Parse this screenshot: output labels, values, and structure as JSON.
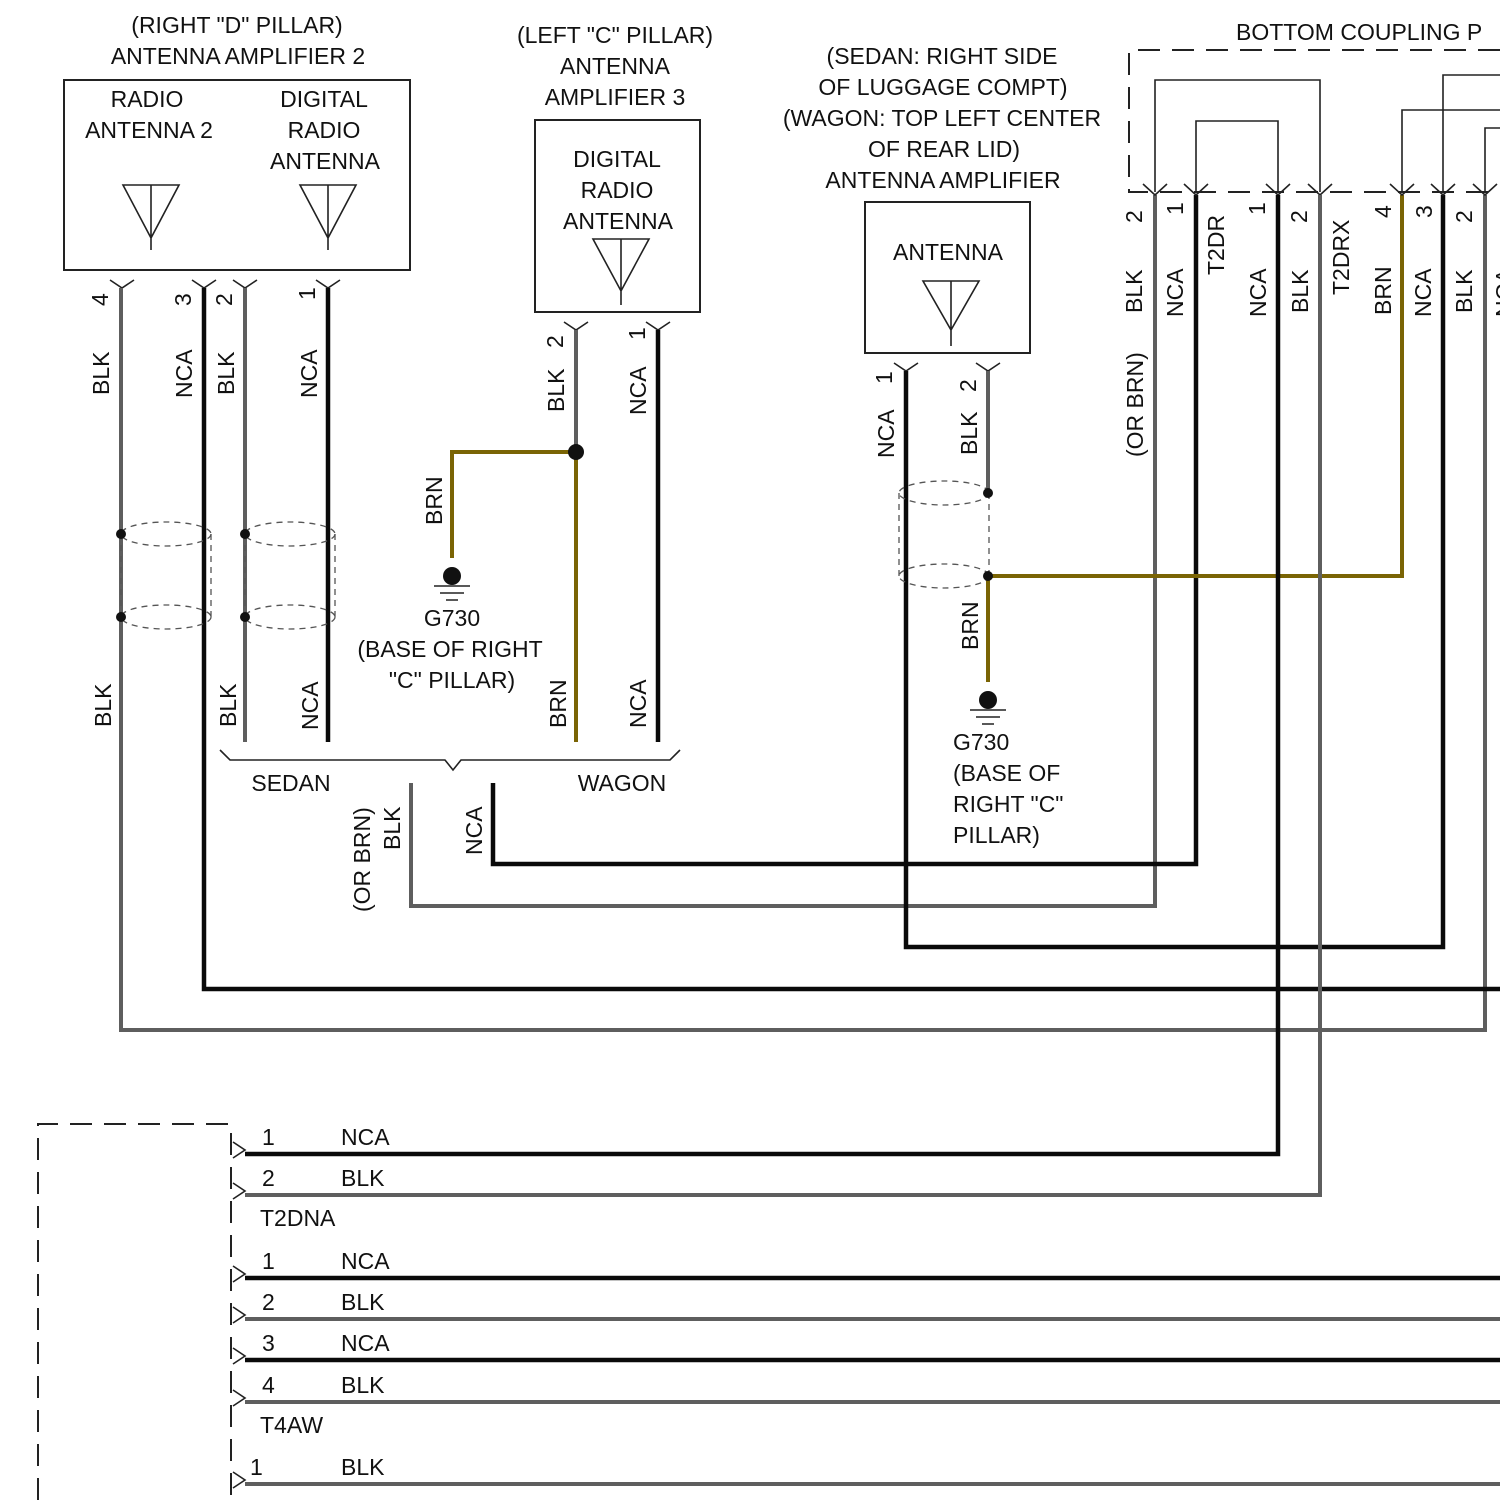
{
  "colors": {
    "blk_wire": "#5e5e5e",
    "nca_wire": "#0a0a0a",
    "brn_wire": "#7a6404"
  },
  "amp2": {
    "location": "(RIGHT \"D\" PILLAR)",
    "title": "ANTENNA AMPLIFIER 2",
    "left_label": [
      "RADIO",
      "ANTENNA 2"
    ],
    "right_label": [
      "DIGITAL",
      "RADIO",
      "ANTENNA"
    ],
    "pins": [
      "4",
      "3",
      "2",
      "1"
    ],
    "wire_colors": [
      "BLK",
      "NCA",
      "BLK",
      "NCA"
    ],
    "lower_colors": [
      "BLK",
      "BLK",
      "NCA"
    ]
  },
  "amp3": {
    "location": "(LEFT \"C\" PILLAR)",
    "title": [
      "ANTENNA",
      "AMPLIFIER 3"
    ],
    "label": [
      "DIGITAL",
      "RADIO",
      "ANTENNA"
    ],
    "pins": [
      "2",
      "1"
    ],
    "wire_colors": [
      "BLK",
      "NCA"
    ],
    "lower_colors": [
      "BRN",
      "NCA"
    ],
    "ground_wire": "BRN"
  },
  "ground1": {
    "id": "G730",
    "location": [
      "(BASE OF RIGHT",
      "\"C\" PILLAR)"
    ]
  },
  "variant": {
    "sedan": "SEDAN",
    "wagon": "WAGON"
  },
  "sw": {
    "or_brn": "(OR BRN)",
    "blk": "BLK",
    "nca": "NCA"
  },
  "amp_main": {
    "location": [
      "(SEDAN: RIGHT SIDE",
      "OF LUGGAGE COMPT)",
      "(WAGON: TOP LEFT CENTER",
      "OF REAR LID)"
    ],
    "title": "ANTENNA AMPLIFIER",
    "label": "ANTENNA",
    "pins": [
      "1",
      "2"
    ],
    "wire_colors": [
      "NCA",
      "BLK"
    ],
    "ground_wire": "BRN"
  },
  "ground2": {
    "id": "G730",
    "location": [
      "(BASE OF",
      "RIGHT \"C\"",
      "PILLAR)"
    ]
  },
  "coupling": {
    "title": "BOTTOM COUPLING P",
    "pins": [
      "2",
      "1",
      "1",
      "2",
      "4",
      "3",
      "2"
    ],
    "connectors": [
      "T2DR",
      "T2DRX"
    ],
    "wire_colors": [
      "BLK",
      "NCA",
      "NCA",
      "BLK",
      "BRN",
      "NCA",
      "BLK"
    ],
    "or_brn": "(OR BRN)",
    "cut_text": "NCA"
  },
  "bottom": {
    "groups": [
      {
        "name": "T2DNA",
        "rows": [
          {
            "pin": "1",
            "color": "NCA"
          },
          {
            "pin": "2",
            "color": "BLK"
          }
        ]
      },
      {
        "name": "T4AW",
        "rows": [
          {
            "pin": "1",
            "color": "NCA"
          },
          {
            "pin": "2",
            "color": "BLK"
          },
          {
            "pin": "3",
            "color": "NCA"
          },
          {
            "pin": "4",
            "color": "BLK"
          }
        ]
      }
    ],
    "last_row": {
      "pin": "1",
      "color": "BLK"
    }
  }
}
